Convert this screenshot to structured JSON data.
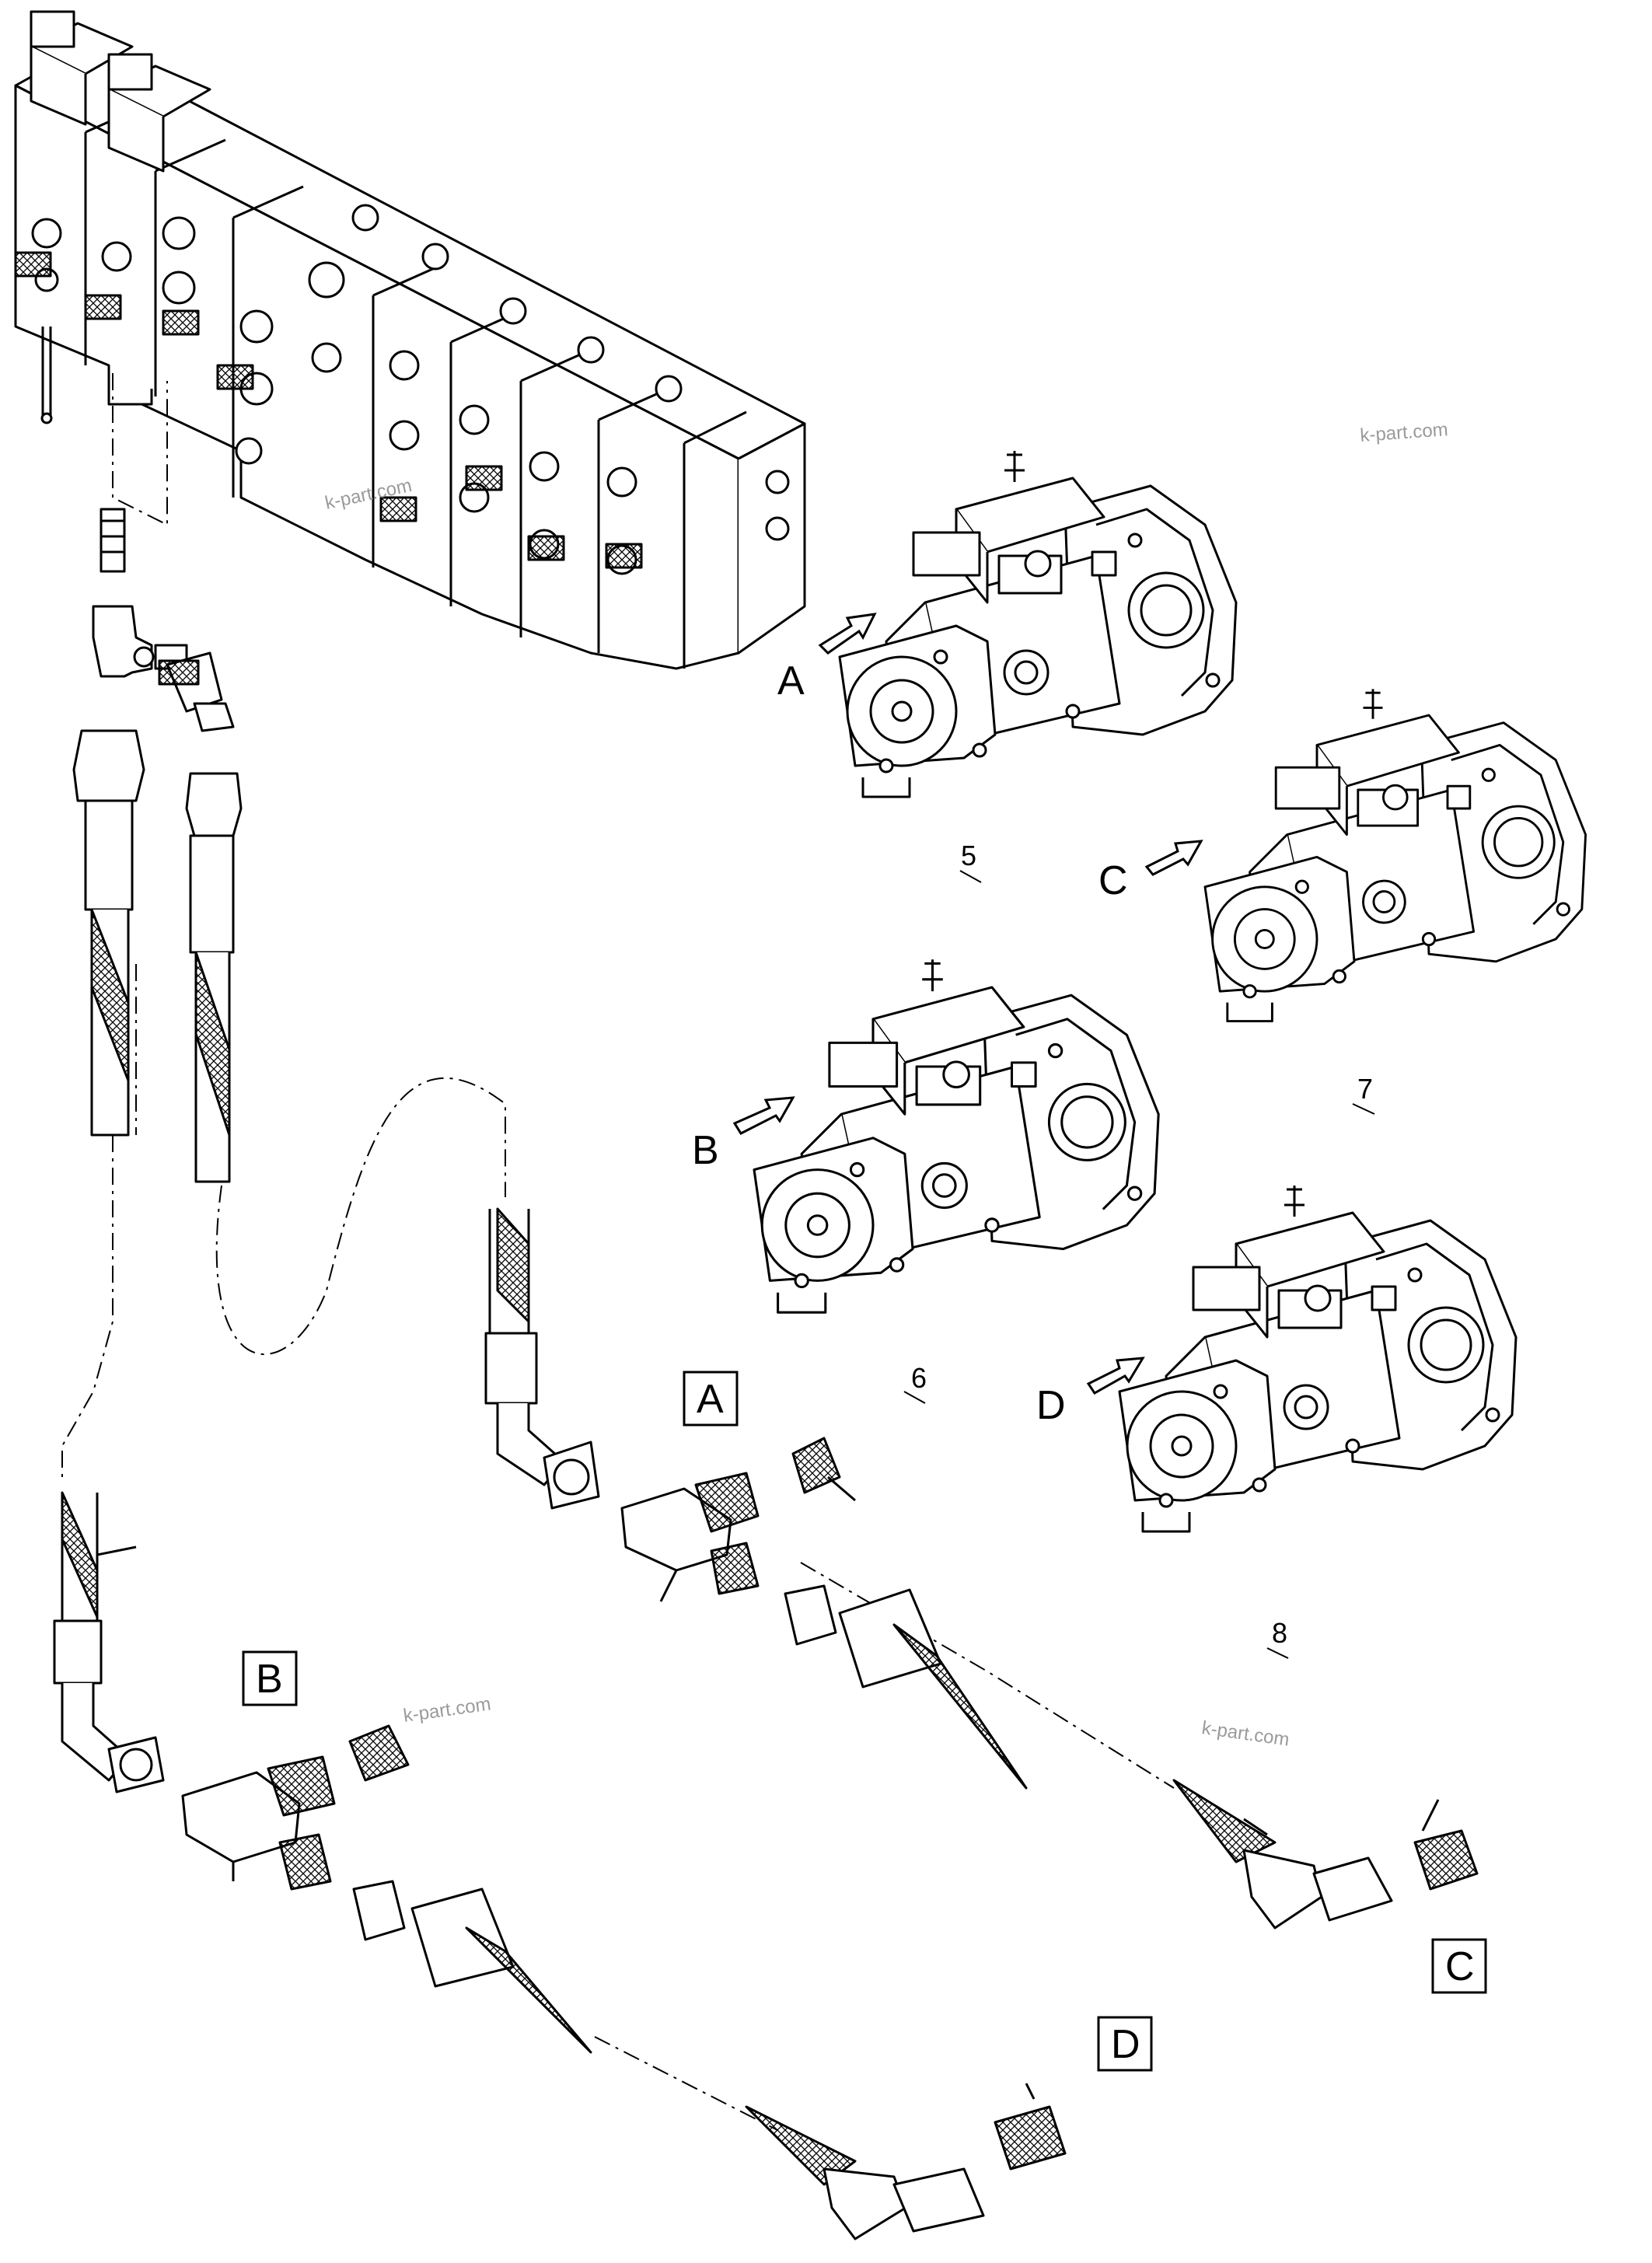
{
  "diagram": {
    "view_labels": [
      "A",
      "B",
      "C",
      "D"
    ],
    "boxed_labels": [
      "A",
      "B",
      "C",
      "D"
    ],
    "item_numbers": [
      "5",
      "6",
      "7",
      "8"
    ],
    "watermarks": [
      "k-part.com",
      "k-part.com",
      "k-part.com",
      "k-part.com"
    ]
  }
}
